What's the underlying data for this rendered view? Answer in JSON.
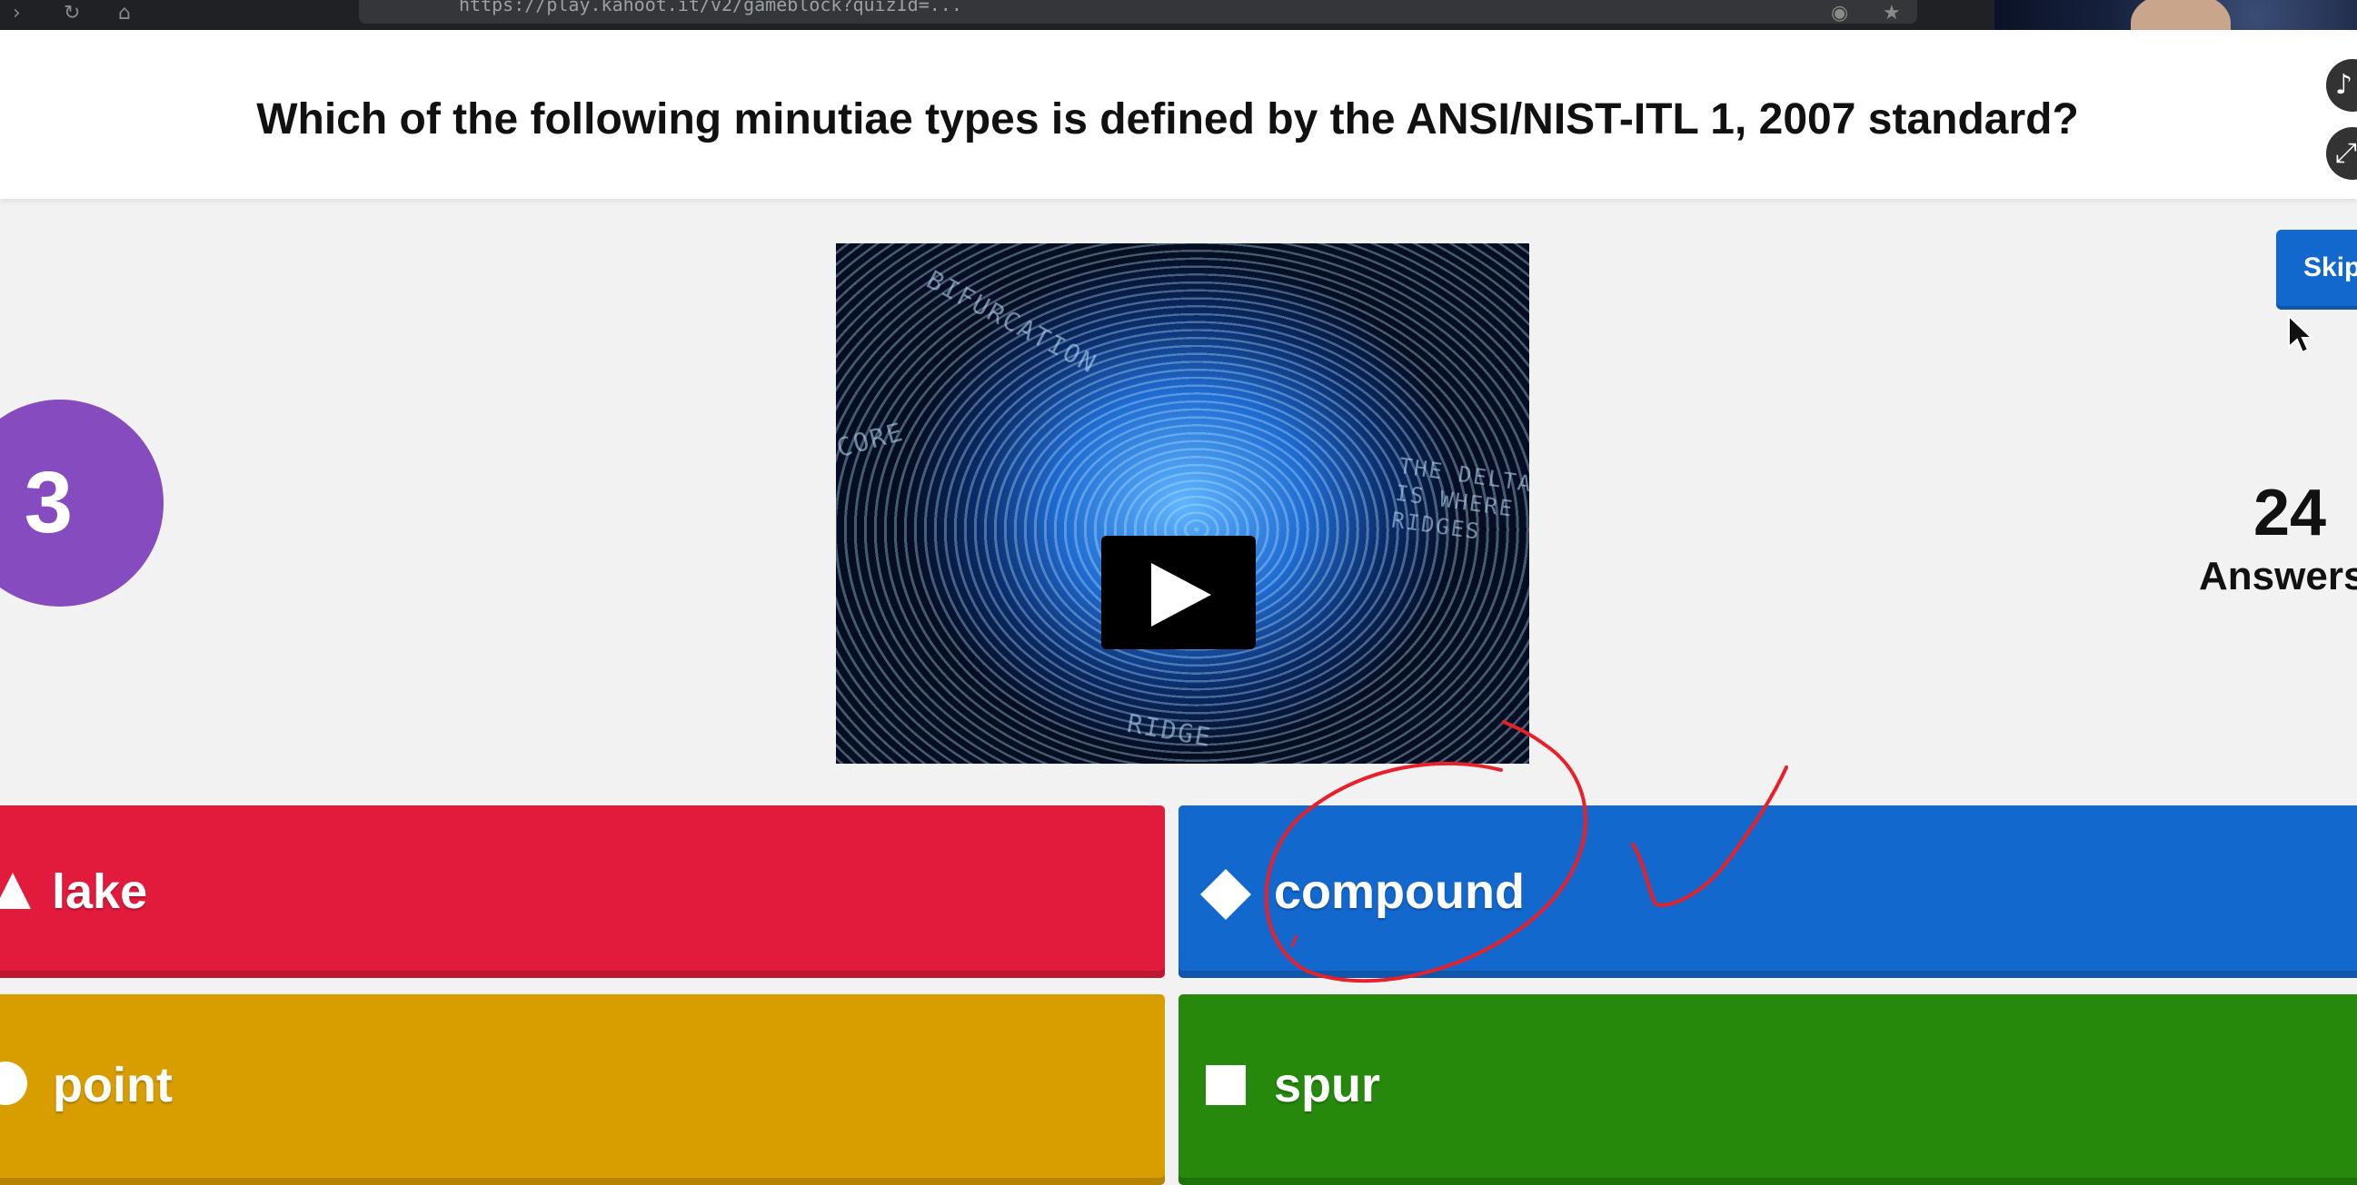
{
  "browser": {
    "url": "https://play.kahoot.it/v2/gameblock?quizId=..."
  },
  "question": {
    "text": "Which of the following minutiae types is defined by the ANSI/NIST-ITL 1, 2007 standard?"
  },
  "timer": {
    "value": "3"
  },
  "media": {
    "labels": [
      "BIFURCATION",
      "CORE",
      "THE DELTA IS WHERE RIDGES",
      "RIDGE"
    ]
  },
  "skip": {
    "label": "Skip"
  },
  "answers_counter": {
    "count": "24",
    "label": "Answers"
  },
  "answers": [
    {
      "label": "lake",
      "color": "#e21b3c",
      "shape": "triangle"
    },
    {
      "label": "compound",
      "color": "#1368ce",
      "shape": "diamond"
    },
    {
      "label": "point",
      "color": "#d89e00",
      "shape": "circle"
    },
    {
      "label": "spur",
      "color": "#26890c",
      "shape": "square"
    }
  ],
  "icons": {
    "play": "play-icon",
    "cursor": "mouse-cursor-icon"
  },
  "annotation_color": "#e8202a"
}
